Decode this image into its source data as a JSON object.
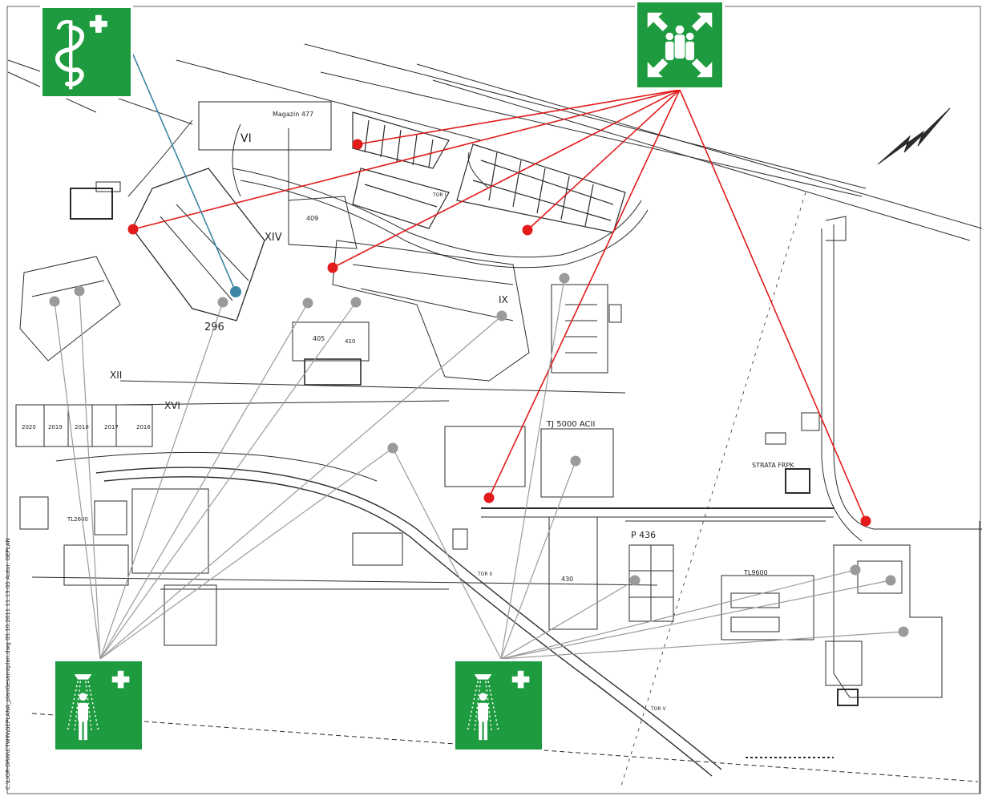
{
  "colors": {
    "assembly_line": "#e31b1b",
    "shower_line": "#9a9a9a",
    "firstaid_line": "#3d86a6",
    "sign_green": "#1e9b3f",
    "plan_ink": "#2b2b2b"
  },
  "signs": [
    {
      "icon": "first-aid-caduceus-icon"
    },
    {
      "icon": "assembly-point-icon"
    },
    {
      "icon": "emergency-shower-icon"
    },
    {
      "icon": "emergency-shower-icon"
    }
  ],
  "plan_labels": {
    "magazin": "Magazin 477",
    "roman6": "VI",
    "roman14": "XIV",
    "roman12": "XII",
    "roman16": "XVI",
    "roman9": "IX",
    "b296": "296",
    "b405": "405",
    "b409": "409",
    "b410": "410",
    "b436": "P 436",
    "b430": "430",
    "tj5000": "TJ 5000 ACII",
    "strata": "STRATA FRPK",
    "tl9600": "TL9600",
    "tl2600": "TL2600",
    "gs2016": "2016",
    "gs2017": "2017",
    "gs2018": "2018",
    "gs2019": "2019",
    "gs2020": "2020",
    "tor1": "TOR I",
    "tor2": "TOR II",
    "tor5": "TOR V"
  },
  "side_text": "C:\\LIOR-DRW\\CTWIN\\GEPLANA_planGesamtplan.dwg 05.10.2011 11:13:05 Autor: GEPLAN"
}
